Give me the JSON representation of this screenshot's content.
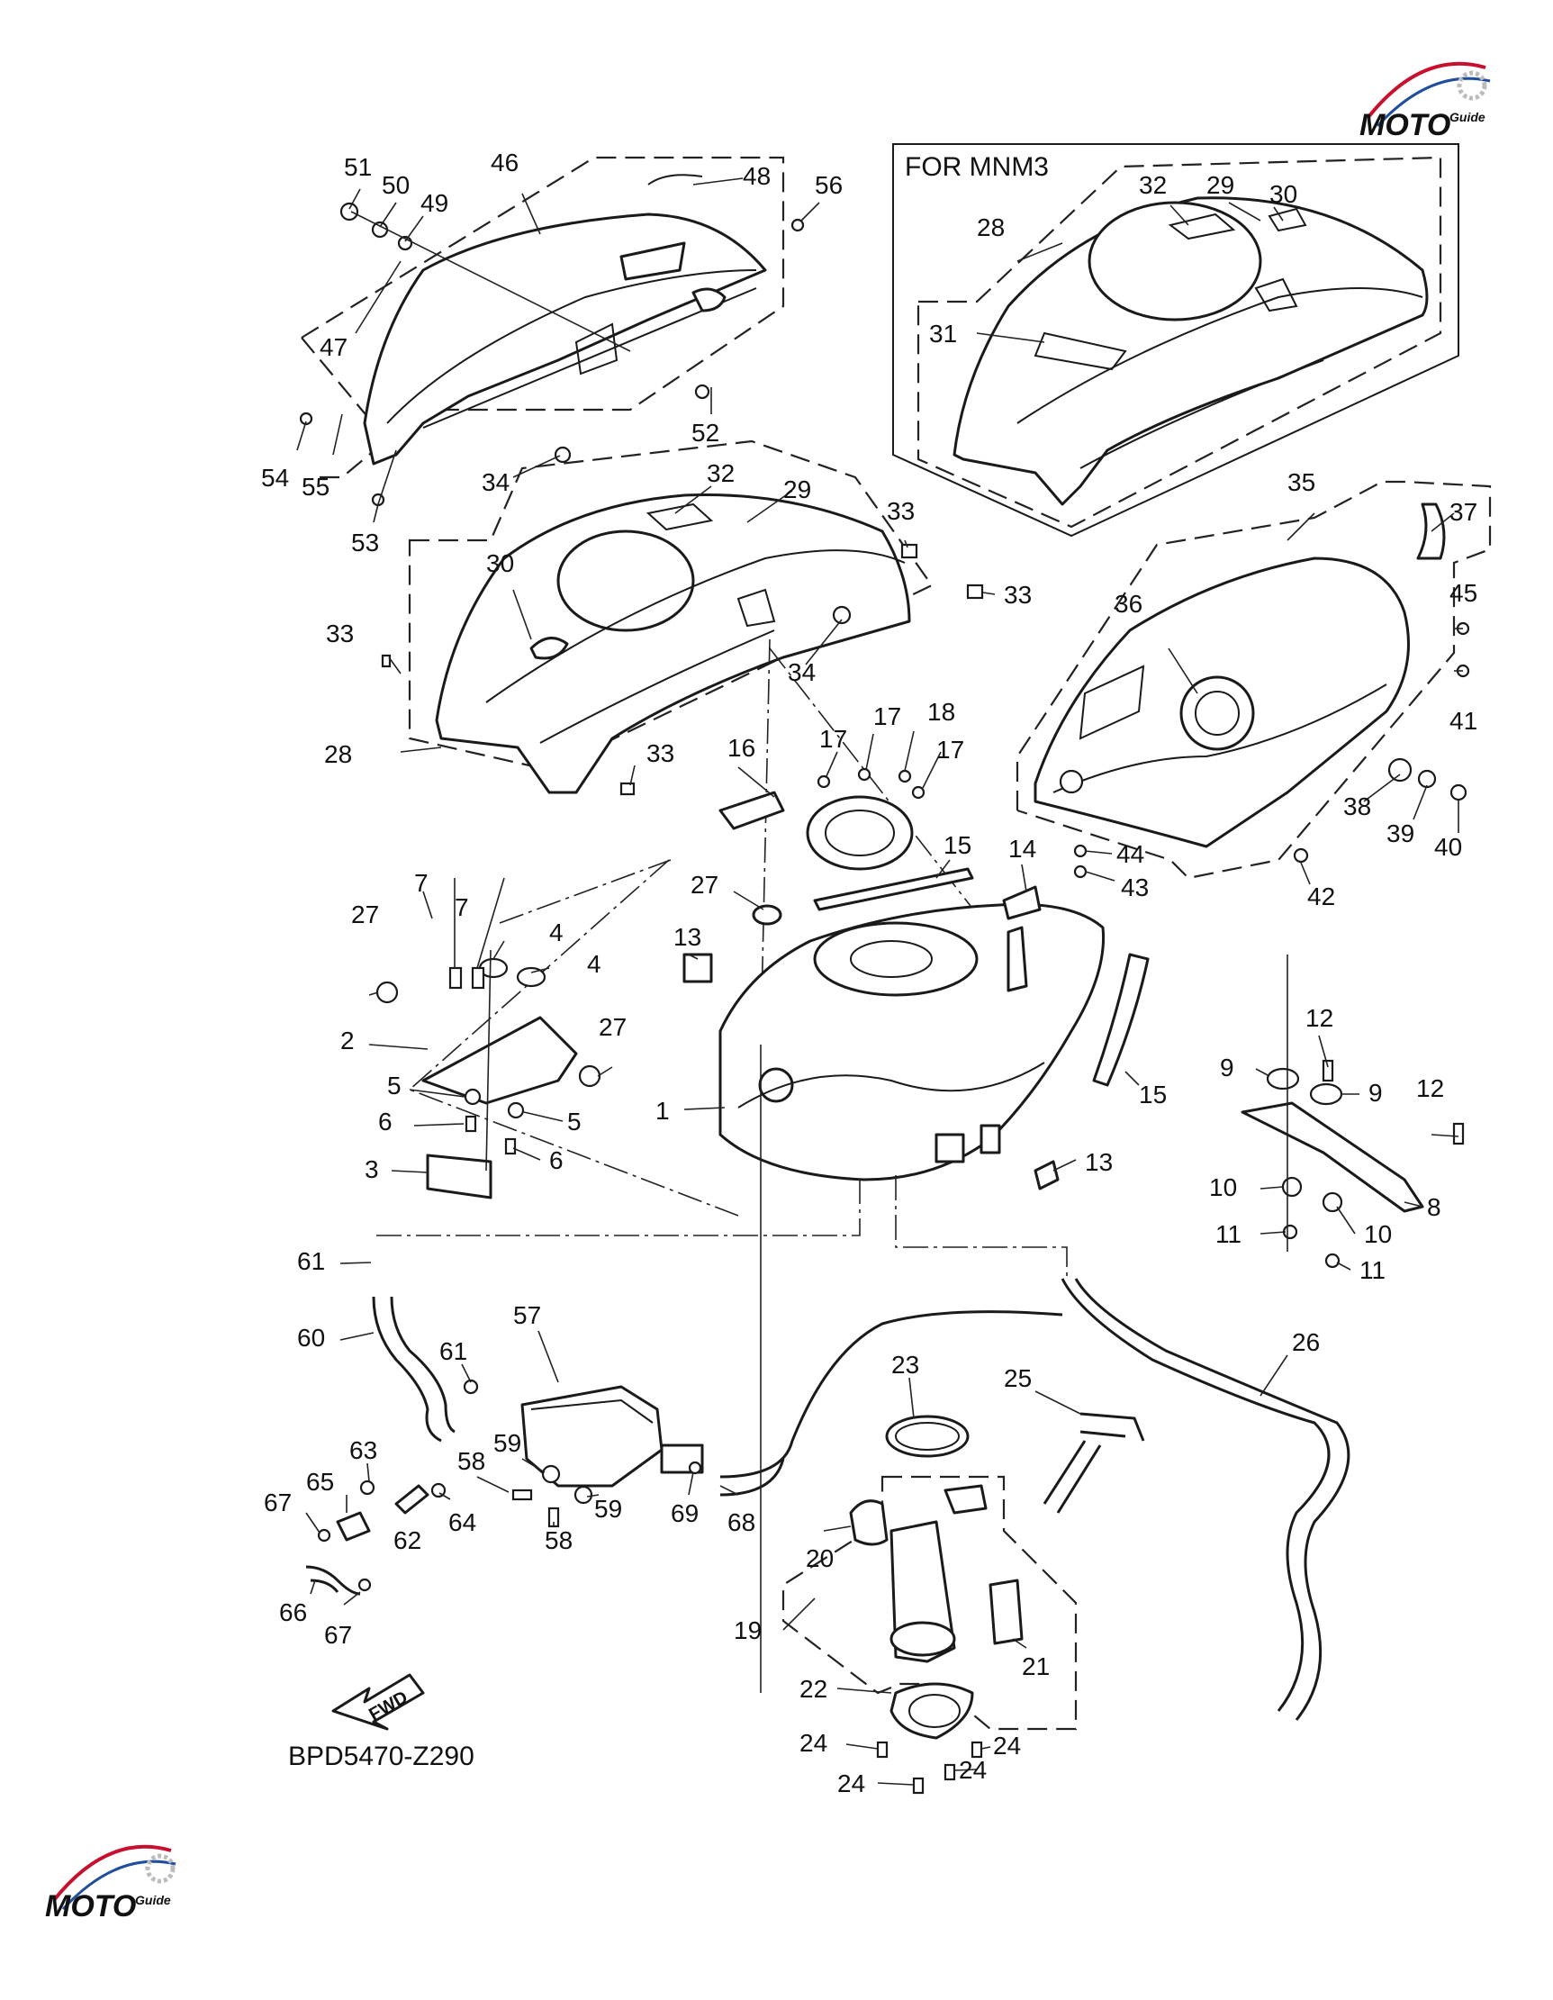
{
  "frame_title": "FOR MNM3",
  "diagram_code": "BPD5470-Z290",
  "fwd_label": "FWD",
  "watermark": {
    "text": "MOTO",
    "sub": "Guide",
    "colors": [
      "#c8102e",
      "#1f4e9c",
      "#888888"
    ]
  },
  "callouts": [
    {
      "id": "51",
      "text": "51"
    },
    {
      "id": "50",
      "text": "50"
    },
    {
      "id": "49",
      "text": "49"
    },
    {
      "id": "46",
      "text": "46"
    },
    {
      "id": "48",
      "text": "48"
    },
    {
      "id": "56",
      "text": "56"
    },
    {
      "id": "47",
      "text": "47"
    },
    {
      "id": "52",
      "text": "52"
    },
    {
      "id": "54",
      "text": "54"
    },
    {
      "id": "55",
      "text": "55"
    },
    {
      "id": "53",
      "text": "53"
    },
    {
      "id": "34a",
      "text": "34"
    },
    {
      "id": "32a",
      "text": "32"
    },
    {
      "id": "29a",
      "text": "29"
    },
    {
      "id": "30a",
      "text": "30"
    },
    {
      "id": "33a",
      "text": "33"
    },
    {
      "id": "33b",
      "text": "33"
    },
    {
      "id": "33c",
      "text": "33"
    },
    {
      "id": "34b",
      "text": "34"
    },
    {
      "id": "28a",
      "text": "28"
    },
    {
      "id": "33d",
      "text": "33"
    },
    {
      "id": "32b",
      "text": "32"
    },
    {
      "id": "29b",
      "text": "29"
    },
    {
      "id": "30b",
      "text": "30"
    },
    {
      "id": "28b",
      "text": "28"
    },
    {
      "id": "31",
      "text": "31"
    },
    {
      "id": "35",
      "text": "35"
    },
    {
      "id": "37",
      "text": "37"
    },
    {
      "id": "36",
      "text": "36"
    },
    {
      "id": "45",
      "text": "45"
    },
    {
      "id": "41",
      "text": "41"
    },
    {
      "id": "38",
      "text": "38"
    },
    {
      "id": "39",
      "text": "39"
    },
    {
      "id": "40",
      "text": "40"
    },
    {
      "id": "44",
      "text": "44"
    },
    {
      "id": "43",
      "text": "43"
    },
    {
      "id": "42",
      "text": "42"
    },
    {
      "id": "16",
      "text": "16"
    },
    {
      "id": "17a",
      "text": "17"
    },
    {
      "id": "17b",
      "text": "17"
    },
    {
      "id": "18",
      "text": "18"
    },
    {
      "id": "17c",
      "text": "17"
    },
    {
      "id": "15a",
      "text": "15"
    },
    {
      "id": "14",
      "text": "14"
    },
    {
      "id": "27a",
      "text": "27"
    },
    {
      "id": "7a",
      "text": "7"
    },
    {
      "id": "7b",
      "text": "7"
    },
    {
      "id": "27b",
      "text": "27"
    },
    {
      "id": "4a",
      "text": "4"
    },
    {
      "id": "4b",
      "text": "4"
    },
    {
      "id": "2",
      "text": "2"
    },
    {
      "id": "27c",
      "text": "27"
    },
    {
      "id": "5a",
      "text": "5"
    },
    {
      "id": "6a",
      "text": "6"
    },
    {
      "id": "5b",
      "text": "5"
    },
    {
      "id": "6b",
      "text": "6"
    },
    {
      "id": "3",
      "text": "3"
    },
    {
      "id": "13a",
      "text": "13"
    },
    {
      "id": "1",
      "text": "1"
    },
    {
      "id": "15b",
      "text": "15"
    },
    {
      "id": "13b",
      "text": "13"
    },
    {
      "id": "12a",
      "text": "12"
    },
    {
      "id": "9a",
      "text": "9"
    },
    {
      "id": "9b",
      "text": "9"
    },
    {
      "id": "12b",
      "text": "12"
    },
    {
      "id": "8",
      "text": "8"
    },
    {
      "id": "10a",
      "text": "10"
    },
    {
      "id": "10b",
      "text": "10"
    },
    {
      "id": "11a",
      "text": "11"
    },
    {
      "id": "11b",
      "text": "11"
    },
    {
      "id": "61a",
      "text": "61"
    },
    {
      "id": "60",
      "text": "60"
    },
    {
      "id": "57",
      "text": "57"
    },
    {
      "id": "61b",
      "text": "61"
    },
    {
      "id": "26",
      "text": "26"
    },
    {
      "id": "23",
      "text": "23"
    },
    {
      "id": "25",
      "text": "25"
    },
    {
      "id": "63",
      "text": "63"
    },
    {
      "id": "65",
      "text": "65"
    },
    {
      "id": "67a",
      "text": "67"
    },
    {
      "id": "59a",
      "text": "59"
    },
    {
      "id": "58a",
      "text": "58"
    },
    {
      "id": "64",
      "text": "64"
    },
    {
      "id": "62",
      "text": "62"
    },
    {
      "id": "59b",
      "text": "59"
    },
    {
      "id": "58b",
      "text": "58"
    },
    {
      "id": "69",
      "text": "69"
    },
    {
      "id": "68",
      "text": "68"
    },
    {
      "id": "20",
      "text": "20"
    },
    {
      "id": "66",
      "text": "66"
    },
    {
      "id": "67b",
      "text": "67"
    },
    {
      "id": "19",
      "text": "19"
    },
    {
      "id": "21",
      "text": "21"
    },
    {
      "id": "22",
      "text": "22"
    },
    {
      "id": "24a",
      "text": "24"
    },
    {
      "id": "24b",
      "text": "24"
    },
    {
      "id": "24c",
      "text": "24"
    },
    {
      "id": "24d",
      "text": "24"
    }
  ]
}
